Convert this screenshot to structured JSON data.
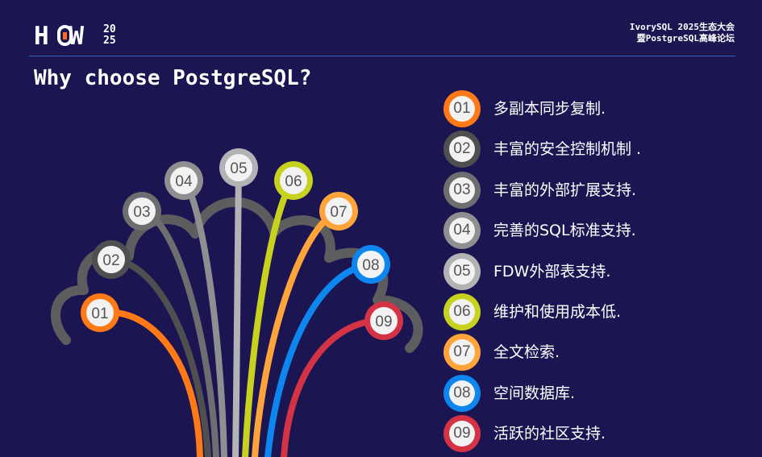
{
  "header": {
    "logo_text": "HOW",
    "logo_year_top": "20",
    "logo_year_bottom": "25",
    "event_line1": "IvorySQL 2025生态大会",
    "event_line2": "暨PostgreSQL高峰论坛"
  },
  "title": "Why choose PostgreSQL?",
  "colors": {
    "background": "#1b1552",
    "cloud": "#5d5d5f",
    "divider": "#3d63b8"
  },
  "items": [
    {
      "num": "01",
      "text": "多副本同步复制.",
      "color": "#ff7a17"
    },
    {
      "num": "02",
      "text": "丰富的安全控制机制 .",
      "color": "#4f4f51"
    },
    {
      "num": "03",
      "text": "丰富的外部扩展支持.",
      "color": "#6e6e70"
    },
    {
      "num": "04",
      "text": "完善的SQL标准支持.",
      "color": "#8f8f91"
    },
    {
      "num": "05",
      "text": "FDW外部表支持.",
      "color": "#b3b3b5"
    },
    {
      "num": "06",
      "text": "维护和使用成本低.",
      "color": "#c6d21e"
    },
    {
      "num": "07",
      "text": "全文检索.",
      "color": "#ffa43a"
    },
    {
      "num": "08",
      "text": "空间数据库.",
      "color": "#0d86ef"
    },
    {
      "num": "09",
      "text": "活跃的社区支持.",
      "color": "#d43345"
    }
  ]
}
